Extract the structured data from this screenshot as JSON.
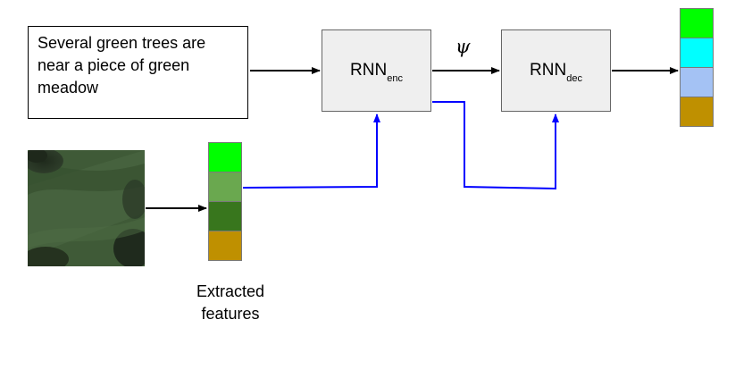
{
  "caption": {
    "line1": "Several green trees are",
    "line2": "near a piece of green",
    "line3": "meadow"
  },
  "encoder": {
    "label": "RNN",
    "subscript": "enc"
  },
  "decoder": {
    "label": "RNN",
    "subscript": "dec"
  },
  "latent_symbol": "ψ",
  "features_label": {
    "line1": "Extracted",
    "line2": "features"
  },
  "features_colors": [
    "#00ff00",
    "#6aa84f",
    "#38761d",
    "#bf9000"
  ],
  "output_colors": [
    "#00ff00",
    "#00ffff",
    "#a4c2f4",
    "#bf9000"
  ],
  "colors": {
    "arrow_black": "#000000",
    "arrow_blue": "#0000ff",
    "box_fill": "#efefef"
  }
}
